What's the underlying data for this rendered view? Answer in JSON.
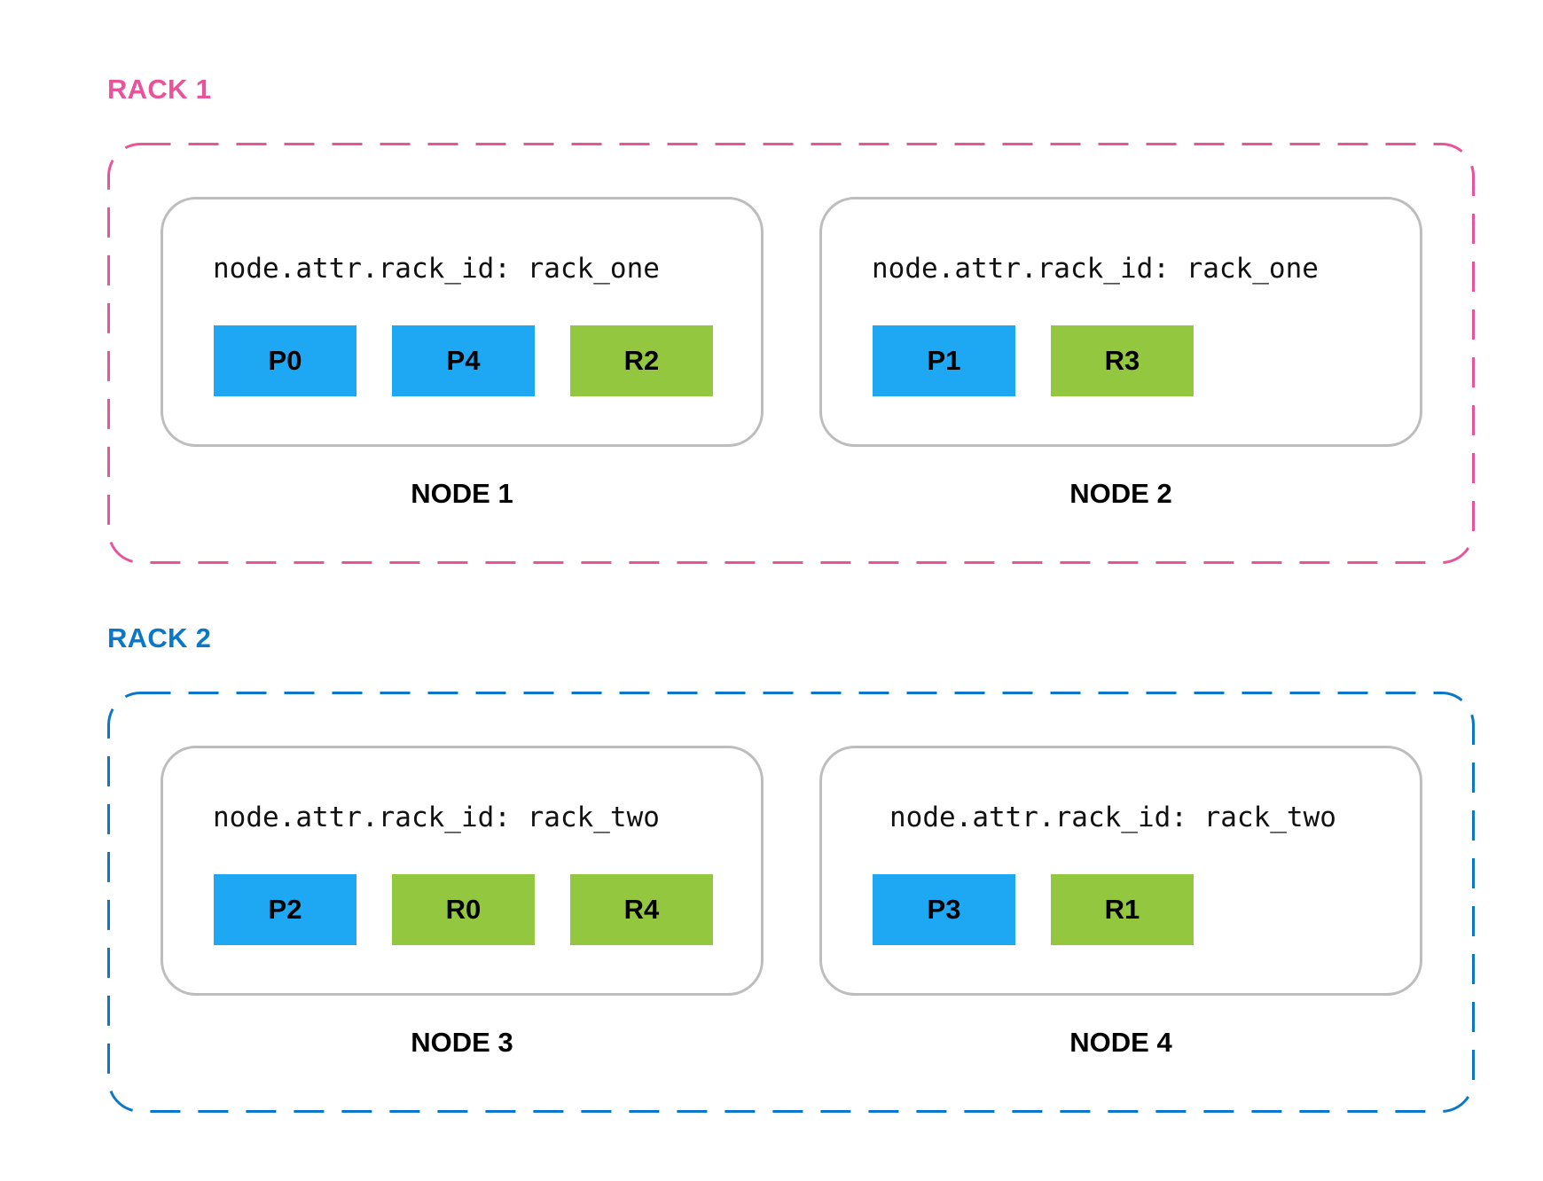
{
  "colors": {
    "rack1": "#E8539A",
    "rack2": "#0B77C8",
    "primary": "#1EA7F2",
    "replica": "#93C73F",
    "node_border": "#BDBDBD"
  },
  "racks": [
    {
      "label": "RACK 1",
      "nodes": [
        {
          "label": "NODE 1",
          "attr": "node.attr.rack_id: rack_one",
          "shards": [
            {
              "label": "P0",
              "kind": "primary"
            },
            {
              "label": "P4",
              "kind": "primary"
            },
            {
              "label": "R2",
              "kind": "replica"
            }
          ]
        },
        {
          "label": "NODE 2",
          "attr": "node.attr.rack_id: rack_one",
          "shards": [
            {
              "label": "P1",
              "kind": "primary"
            },
            {
              "label": "R3",
              "kind": "replica"
            }
          ]
        }
      ]
    },
    {
      "label": "RACK 2",
      "nodes": [
        {
          "label": "NODE 3",
          "attr": "node.attr.rack_id: rack_two",
          "shards": [
            {
              "label": "P2",
              "kind": "primary"
            },
            {
              "label": "R0",
              "kind": "replica"
            },
            {
              "label": "R4",
              "kind": "replica"
            }
          ]
        },
        {
          "label": "NODE 4",
          "attr": "node.attr.rack_id: rack_two",
          "shards": [
            {
              "label": "P3",
              "kind": "primary"
            },
            {
              "label": "R1",
              "kind": "replica"
            }
          ]
        }
      ]
    }
  ]
}
